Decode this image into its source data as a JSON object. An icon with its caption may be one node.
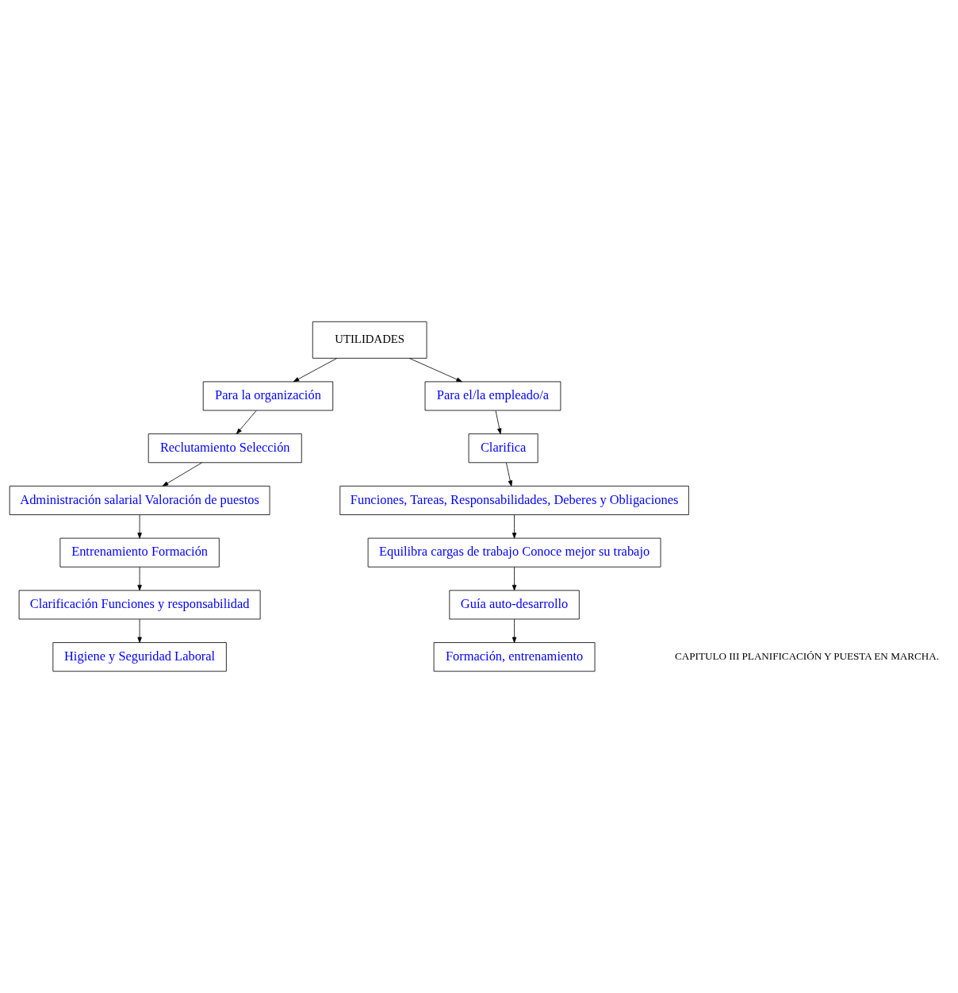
{
  "diagram": {
    "nodes": [
      {
        "text": [
          "UTILIDADES"
        ]
      },
      {
        "text": [
          "Para la organización"
        ]
      },
      {
        "text": [
          "Reclutamiento Selección"
        ]
      },
      {
        "text": [
          "Administración salarial Valoración de puestos"
        ]
      },
      {
        "text": [
          "Entrenamiento Formación"
        ]
      },
      {
        "text": [
          "Clarificación Funciones y responsabilidad"
        ]
      },
      {
        "text": [
          "Higiene y Seguridad Laboral"
        ]
      },
      {
        "text": [
          "Para el/la empleado/a"
        ]
      },
      {
        "text": [
          "Clarifica"
        ]
      },
      {
        "text": [
          "Funciones, Tareas, Responsabilidades, Deberes y Obligaciones"
        ]
      },
      {
        "text": [
          "Equilibra cargas de trabajo Conoce mejor su trabajo"
        ]
      },
      {
        "text": [
          "Guía auto-desarrollo"
        ]
      },
      {
        "text": [
          "Formación, entrenamiento"
        ]
      }
    ],
    "edges": [
      {
        "from": 0,
        "to": 1,
        "arrow": "to"
      },
      {
        "from": 0,
        "to": 7,
        "arrow": "to"
      },
      {
        "from": 1,
        "to": 2,
        "arrow": "to"
      },
      {
        "from": 2,
        "to": 3,
        "arrow": "to"
      },
      {
        "from": 3,
        "to": 4,
        "arrow": "to"
      },
      {
        "from": 4,
        "to": 5,
        "arrow": "to"
      },
      {
        "from": 5,
        "to": 6,
        "arrow": "to"
      },
      {
        "from": 7,
        "to": 8,
        "arrow": "to"
      },
      {
        "from": 8,
        "to": 9,
        "arrow": "to"
      },
      {
        "from": 9,
        "to": 10,
        "arrow": "to"
      },
      {
        "from": 10,
        "to": 11,
        "arrow": "to"
      },
      {
        "from": 11,
        "to": 12,
        "arrow": "to"
      }
    ],
    "labels": [
      "CAPITULO III PLANIFICACIÓN Y PUESTA EN MARCHA."
    ]
  }
}
